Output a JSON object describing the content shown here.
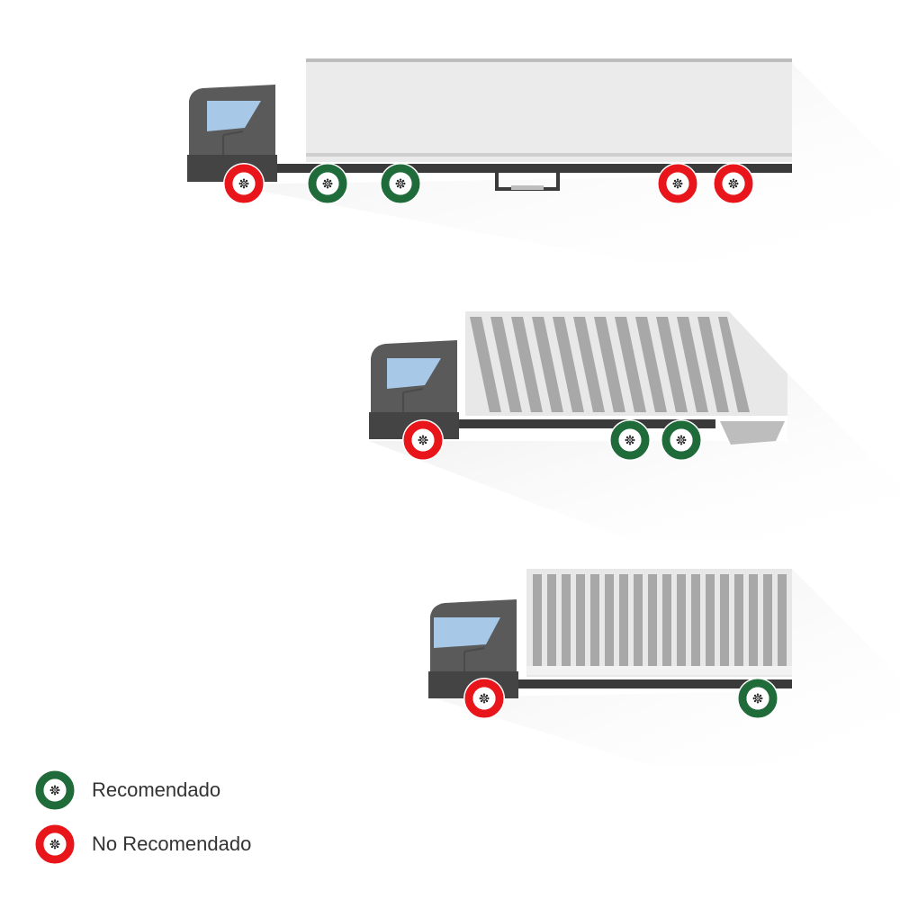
{
  "colors": {
    "recommended": "#1f6b3a",
    "not_recommended": "#e8151b",
    "cab": "#5a5a5a",
    "window": "#a8c8e8",
    "body_light": "#e8e8e8",
    "body_stripes": "#a8a8a8",
    "chassis": "#3a3a3a"
  },
  "trucks": [
    {
      "type": "tractor-trailer",
      "tires": [
        {
          "status": "not_recommended"
        },
        {
          "status": "recommended"
        },
        {
          "status": "recommended"
        },
        {
          "status": "not_recommended"
        },
        {
          "status": "not_recommended"
        }
      ]
    },
    {
      "type": "dump-truck",
      "tires": [
        {
          "status": "not_recommended"
        },
        {
          "status": "recommended"
        },
        {
          "status": "recommended"
        }
      ]
    },
    {
      "type": "box-truck",
      "tires": [
        {
          "status": "not_recommended"
        },
        {
          "status": "recommended"
        }
      ]
    }
  ],
  "legend": {
    "recommended": {
      "label": "Recomendado",
      "icon": "green-tire-icon"
    },
    "not_recommended": {
      "label": "No Recomendado",
      "icon": "red-tire-icon"
    }
  }
}
